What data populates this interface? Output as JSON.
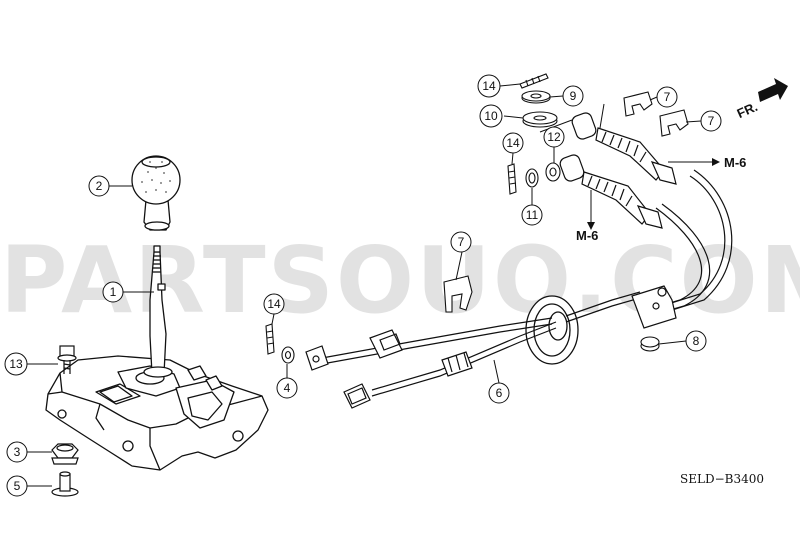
{
  "callouts": [
    {
      "id": "c1",
      "label": "1"
    },
    {
      "id": "c2",
      "label": "2"
    },
    {
      "id": "c3",
      "label": "3"
    },
    {
      "id": "c4",
      "label": "4"
    },
    {
      "id": "c5",
      "label": "5"
    },
    {
      "id": "c6",
      "label": "6"
    },
    {
      "id": "c7a",
      "label": "7"
    },
    {
      "id": "c7b",
      "label": "7"
    },
    {
      "id": "c7c",
      "label": "7"
    },
    {
      "id": "c8",
      "label": "8"
    },
    {
      "id": "c9",
      "label": "9"
    },
    {
      "id": "c10",
      "label": "10"
    },
    {
      "id": "c11",
      "label": "11"
    },
    {
      "id": "c12",
      "label": "12"
    },
    {
      "id": "c13",
      "label": "13"
    },
    {
      "id": "c14a",
      "label": "14"
    },
    {
      "id": "c14b",
      "label": "14"
    },
    {
      "id": "c14c",
      "label": "14"
    }
  ],
  "references": {
    "m6_right": "M-6",
    "m6_left": "M-6",
    "front": "FR."
  },
  "diagram_code": "SELD−B3400",
  "watermark": "PARTSOUQ.COM"
}
